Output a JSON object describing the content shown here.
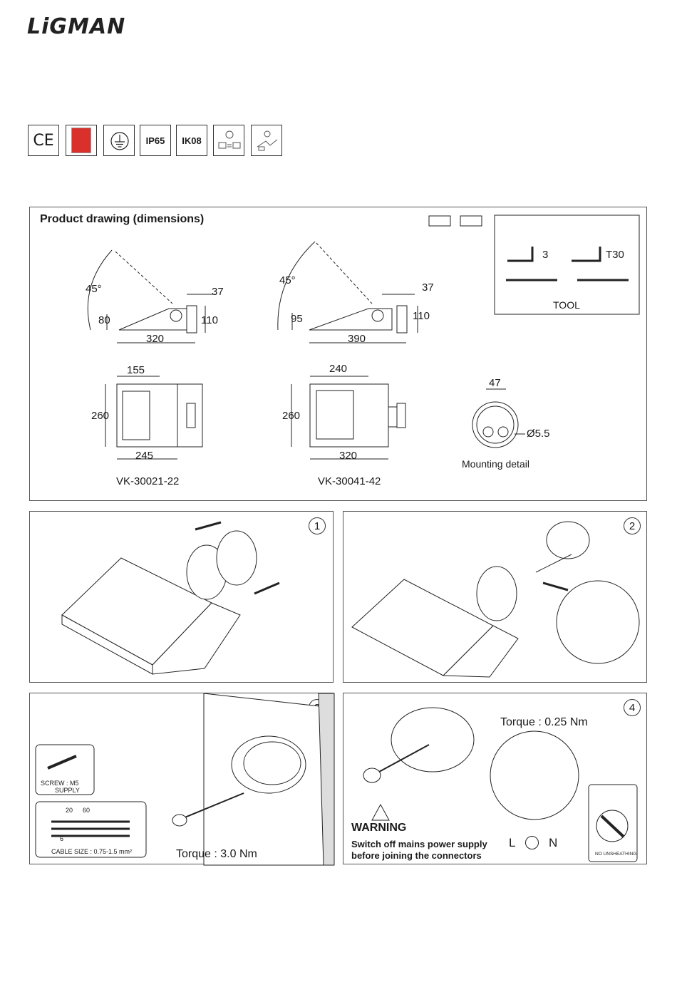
{
  "brand": "LiGMAN",
  "certifications": [
    {
      "icon": "ce-mark-icon",
      "label": "CE"
    },
    {
      "icon": "quality-badge-icon",
      "label": ""
    },
    {
      "icon": "earth-ground-icon",
      "label": ""
    },
    {
      "icon": "ip-rating-icon",
      "label": "IP65"
    },
    {
      "icon": "ik-rating-icon",
      "label": "IK08"
    },
    {
      "icon": "driver-replace-icon",
      "label": ""
    },
    {
      "icon": "lamp-replace-icon",
      "label": ""
    }
  ],
  "product_drawing": {
    "title": "Product drawing (dimensions)",
    "model_a": {
      "name": "VK-30021-22",
      "angle": "45°",
      "height_front": "80",
      "height_mount": "110",
      "depth_mount": "37",
      "length": "320",
      "top_width": "155",
      "side": "260",
      "bottom_width": "245"
    },
    "model_b": {
      "name": "VK-30041-42",
      "angle": "45°",
      "height_front": "95",
      "height_mount": "110",
      "depth_mount": "37",
      "length": "390",
      "top_width": "240",
      "side": "260",
      "bottom_width": "320"
    },
    "mounting": {
      "dim_top": "47",
      "hole": "Ø5.5",
      "label": "Mounting detail"
    },
    "tools": {
      "hex": "3",
      "torx": "T30",
      "label": "TOOL"
    }
  },
  "steps": [
    {
      "num": "1"
    },
    {
      "num": "2"
    },
    {
      "num": "3",
      "screw_label": "SCREW : M5",
      "screw_supply": "SUPPLY",
      "strip_a": "20",
      "strip_b": "60",
      "strip_c": "6",
      "cable_size": "CABLE SIZE : 0.75-1.5 mm²",
      "torque": "Torque : 3.0 Nm"
    },
    {
      "num": "4",
      "torque": "Torque : 0.25 Nm",
      "warning_title": "WARNING",
      "warning_line1": "Switch off mains power supply",
      "warning_line2": "before joining the connectors",
      "term_l": "L",
      "term_n": "N",
      "no_unsheathing": "NO UNSHEATHING"
    }
  ]
}
